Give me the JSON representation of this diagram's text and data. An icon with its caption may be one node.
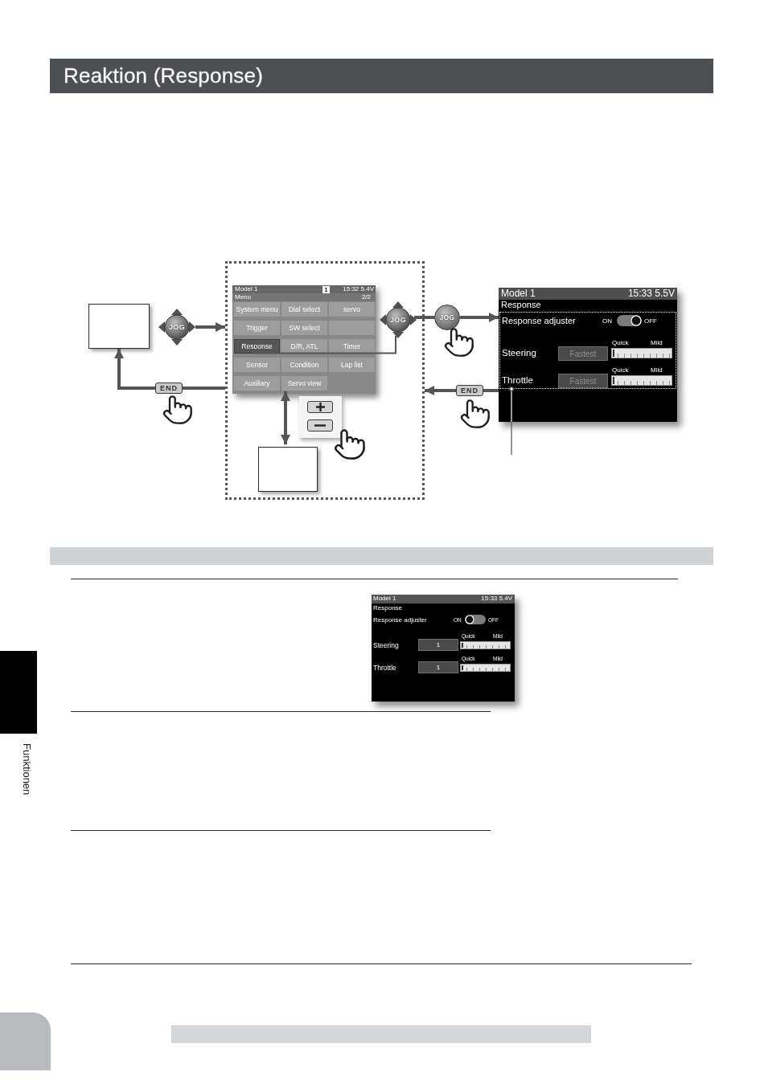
{
  "diagram": {
    "title": "Reaktion (Response)",
    "nodes": [
      {
        "text": [],
        "shape": "box"
      },
      {
        "text": [
          "JOG"
        ]
      },
      {
        "text": [],
        "shape": "box"
      },
      {
        "text": [
          "Model 1",
          "1",
          "15:32 5.4V",
          "Menu",
          "2/2"
        ],
        "in": 2
      },
      {
        "text": [
          "System menu"
        ],
        "in": 3
      },
      {
        "text": [
          "Dial select"
        ],
        "in": 3
      },
      {
        "text": [
          "servo"
        ],
        "in": 3
      },
      {
        "text": [
          "Trigger"
        ],
        "in": 3
      },
      {
        "text": [
          "SW select"
        ],
        "in": 3
      },
      {
        "text": [],
        "shape": "box",
        "in": 3
      },
      {
        "text": [
          "Response"
        ],
        "in": 3
      },
      {
        "text": [
          "D/R, ATL"
        ],
        "in": 3
      },
      {
        "text": [
          "Timer"
        ],
        "in": 3
      },
      {
        "text": [
          "Sensor"
        ],
        "in": 3
      },
      {
        "text": [
          "Condition"
        ],
        "in": 3
      },
      {
        "text": [
          "Lap list"
        ],
        "in": 3
      },
      {
        "text": [
          "Auxiliary"
        ],
        "in": 3
      },
      {
        "text": [
          "Servo view"
        ],
        "in": 3
      },
      {
        "text": [
          "JOG"
        ],
        "in": 2
      },
      {
        "text": [
          "JOG"
        ]
      },
      {
        "text": [
          "Model 1",
          "15:33 5.5V",
          "Response"
        ]
      },
      {
        "text": [
          "Response adjuster",
          "ON",
          "OFF",
          "Steering",
          "Fastest",
          "Quick",
          "Mild",
          "Throttle",
          "Fastest",
          "Quick",
          "Mild"
        ],
        "in": 20
      },
      {
        "text": [
          "END"
        ]
      },
      {
        "text": [
          "END"
        ]
      },
      {
        "text": [],
        "shape": "box",
        "in": 2
      },
      {
        "text": [],
        "shape": "bar"
      },
      {
        "text": [
          "Model 1",
          "15:33 5.4V",
          "Response",
          "Response adjuster",
          "ON",
          "OFF",
          "Steering",
          "1",
          "Quick",
          "Mild",
          "Throttle",
          "1",
          "Quick",
          "Mild"
        ]
      },
      {
        "text": [],
        "shape": "box"
      }
    ],
    "edges": [
      {
        "from": 1,
        "to": 2,
        "arrow": "to"
      },
      {
        "from": 2,
        "to": 22,
        "arrow": "none"
      },
      {
        "from": 22,
        "to": 0,
        "arrow": "to"
      },
      {
        "from": 18,
        "to": 19,
        "arrow": "none"
      },
      {
        "from": 19,
        "to": 20,
        "arrow": "to"
      },
      {
        "from": 18,
        "to": 10,
        "arrow": "other"
      },
      {
        "from": 20,
        "to": 23,
        "arrow": "none"
      },
      {
        "from": 23,
        "to": 2,
        "arrow": "to"
      },
      {
        "from": 3,
        "to": 24,
        "arrow": "both"
      },
      {
        "from": null,
        "to": 21,
        "arrow": "other"
      }
    ],
    "labels": [
      "Funktionen"
    ]
  }
}
